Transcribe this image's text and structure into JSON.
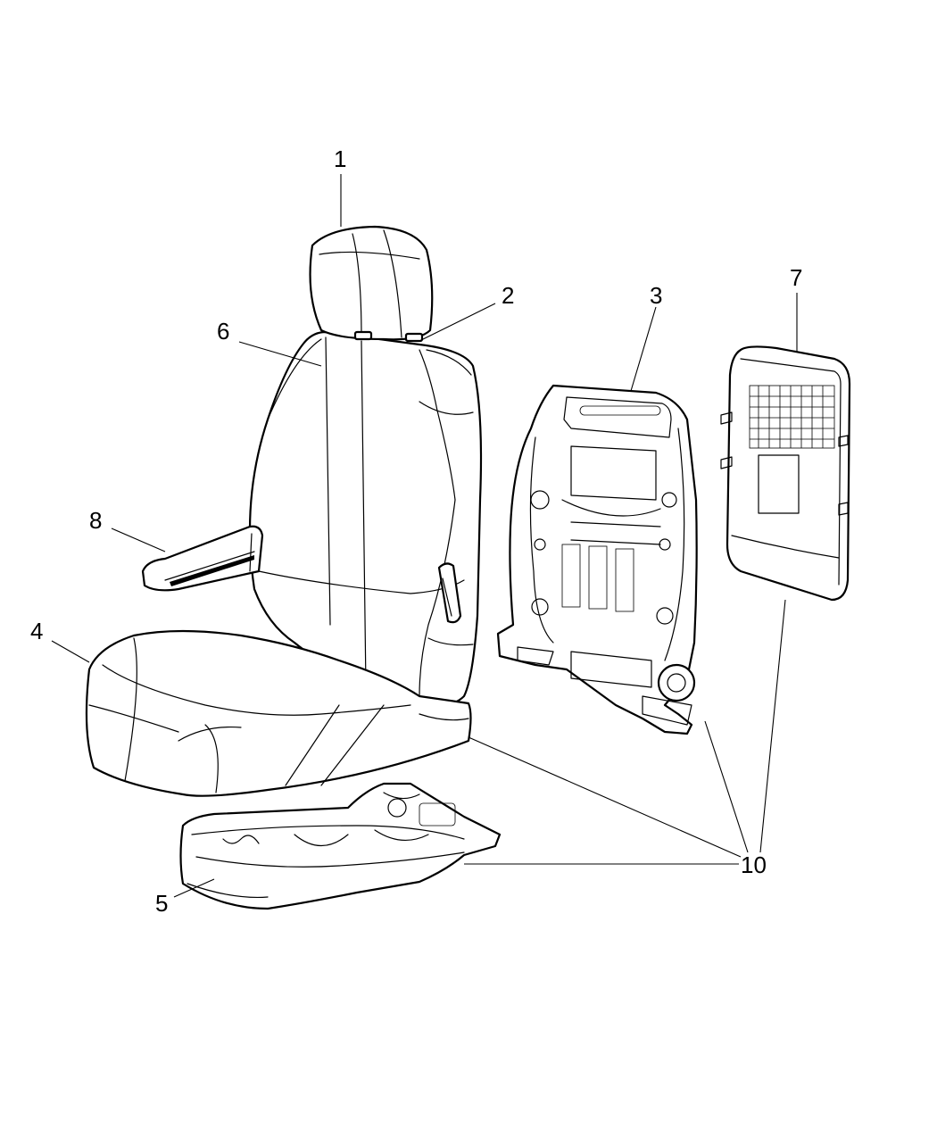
{
  "callouts": {
    "c1": "1",
    "c2": "2",
    "c3": "3",
    "c4": "4",
    "c5": "5",
    "c6": "6",
    "c7": "7",
    "c8": "8",
    "c10": "10"
  },
  "colors": {
    "line": "#000000",
    "background": "#ffffff"
  }
}
